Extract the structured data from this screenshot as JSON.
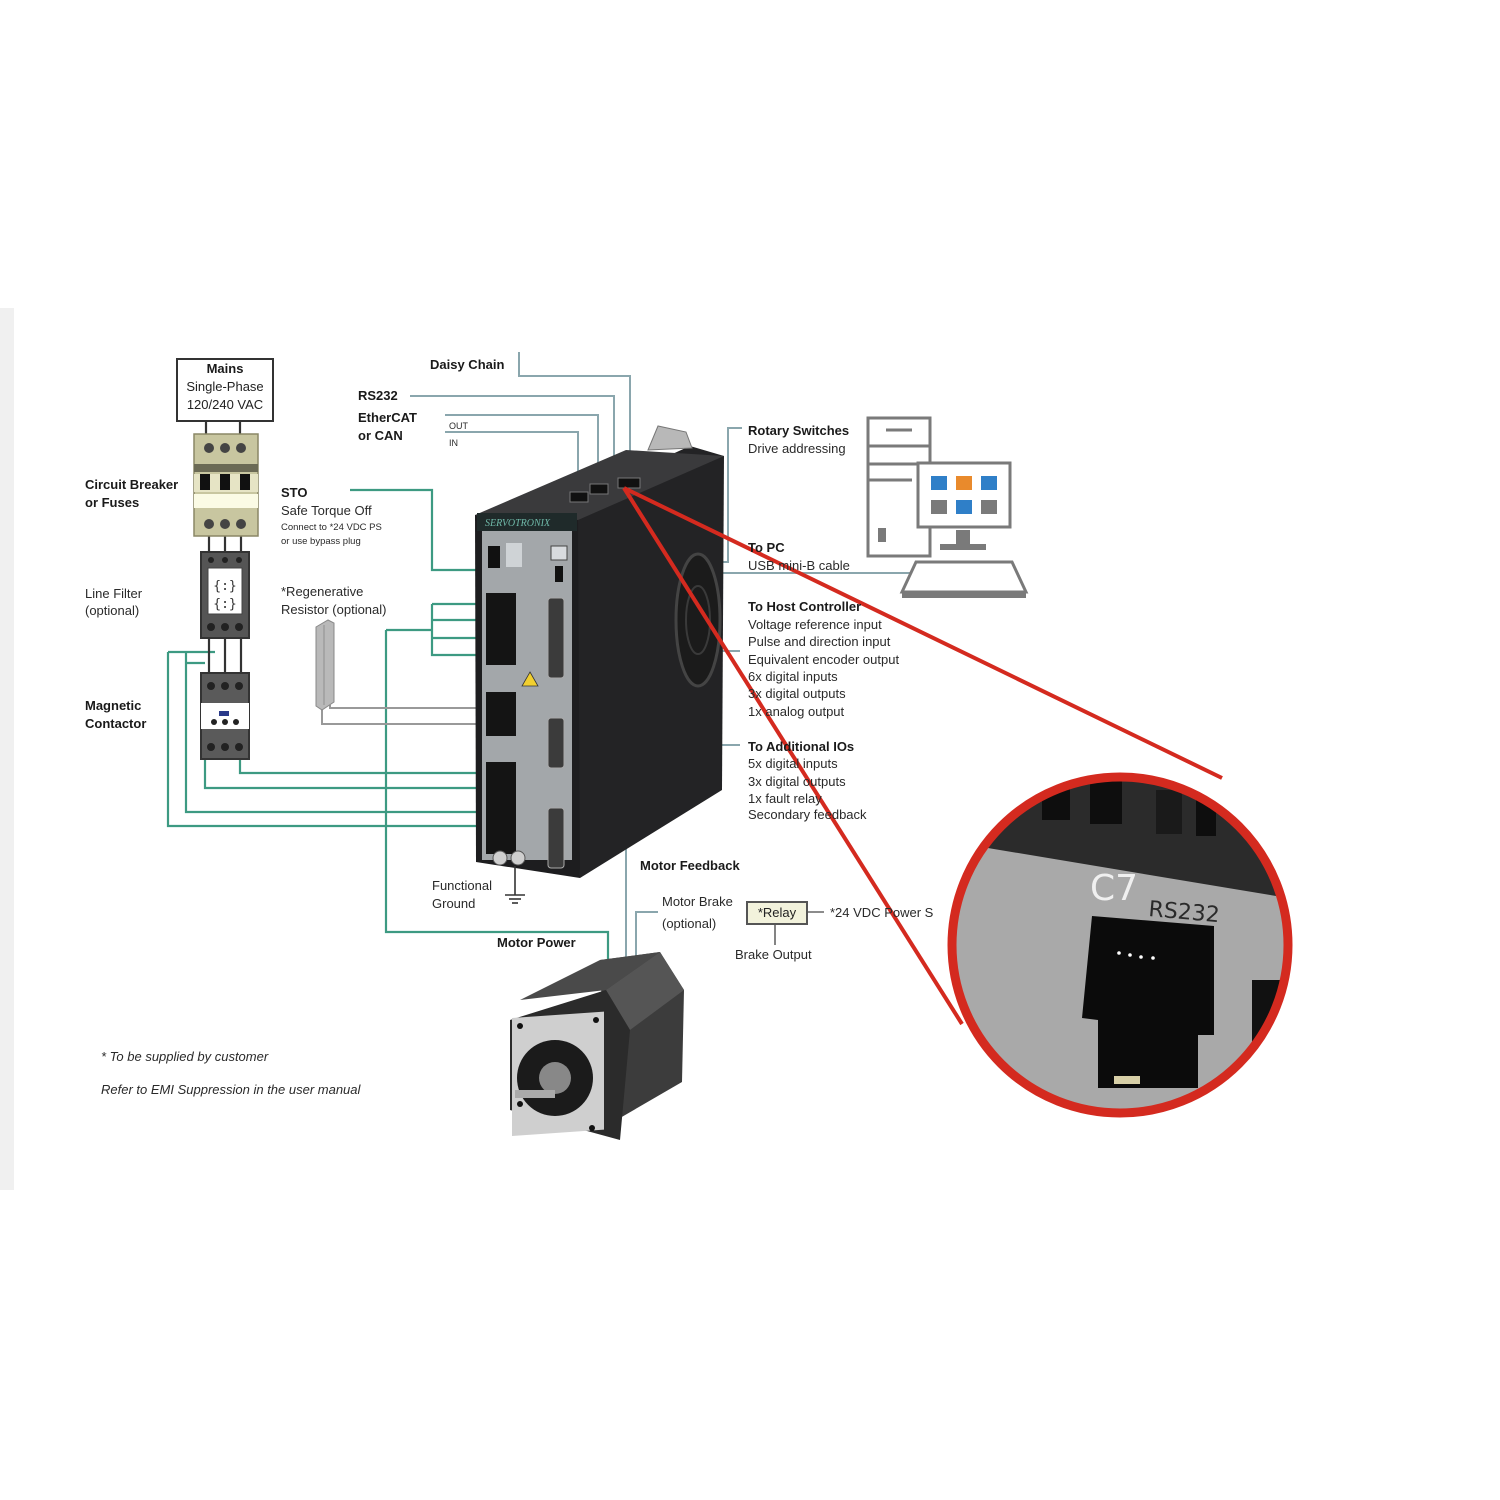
{
  "diagram": {
    "brand": "SERVOTRONIX",
    "mains": {
      "title": "Mains",
      "line1": "Single-Phase",
      "line2": "120/240 VAC"
    },
    "left_labels": {
      "breaker_1": "Circuit Breaker",
      "breaker_2": "or Fuses",
      "filter_1": "Line Filter",
      "filter_2": "(optional)",
      "contactor_1": "Magnetic",
      "contactor_2": "Contactor"
    },
    "sto": {
      "title": "STO",
      "subtitle": "Safe Torque Off",
      "note1": "Connect to *24 VDC PS",
      "note2": "or use bypass plug"
    },
    "regen": {
      "line1": "*Regenerative",
      "line2": "Resistor (optional)"
    },
    "top_labels": {
      "daisy": "Daisy Chain",
      "rs232": "RS232",
      "ethercat_1": "EtherCAT",
      "ethercat_2": "or CAN",
      "out": "OUT",
      "in": "IN"
    },
    "right_labels": {
      "rotary_title": "Rotary Switches",
      "rotary_sub": "Drive addressing",
      "pc_title": "To PC",
      "pc_sub": "USB mini-B cable",
      "host_title": "To Host Controller",
      "host_items": [
        "Voltage reference input",
        "Pulse and direction input",
        "Equivalent encoder output",
        "6x digital inputs",
        "3x digital outputs",
        "1x analog output"
      ],
      "io_title": "To Additional IOs",
      "io_items": [
        "5x digital inputs",
        "3x digital outputs",
        "1x fault relay",
        "Secondary feedback"
      ]
    },
    "bottom_labels": {
      "functional_1": "Functional",
      "functional_2": "Ground",
      "motor_feedback": "Motor Feedback",
      "motor_power": "Motor Power",
      "brake_1": "Motor Brake",
      "brake_2": "(optional)",
      "relay": "*Relay",
      "power_supply": "*24 VDC Power S",
      "brake_output": "Brake Output"
    },
    "footnotes": {
      "note1": "* To be supplied by customer",
      "note2": "Refer to EMI Suppression in the user manual"
    },
    "inset": {
      "connector_id": "C7",
      "connector_name": "RS232"
    },
    "colors": {
      "wire_teal": "#3d9a82",
      "wire_gray": "#8aa6ad",
      "callout_red": "#d42a1f",
      "drive_body": "#2a2a2c",
      "drive_face": "#9a9ea2",
      "pc_blue": "#2f7fc8",
      "pc_orange": "#e98a2c",
      "pc_gray": "#7a7a7a"
    }
  }
}
